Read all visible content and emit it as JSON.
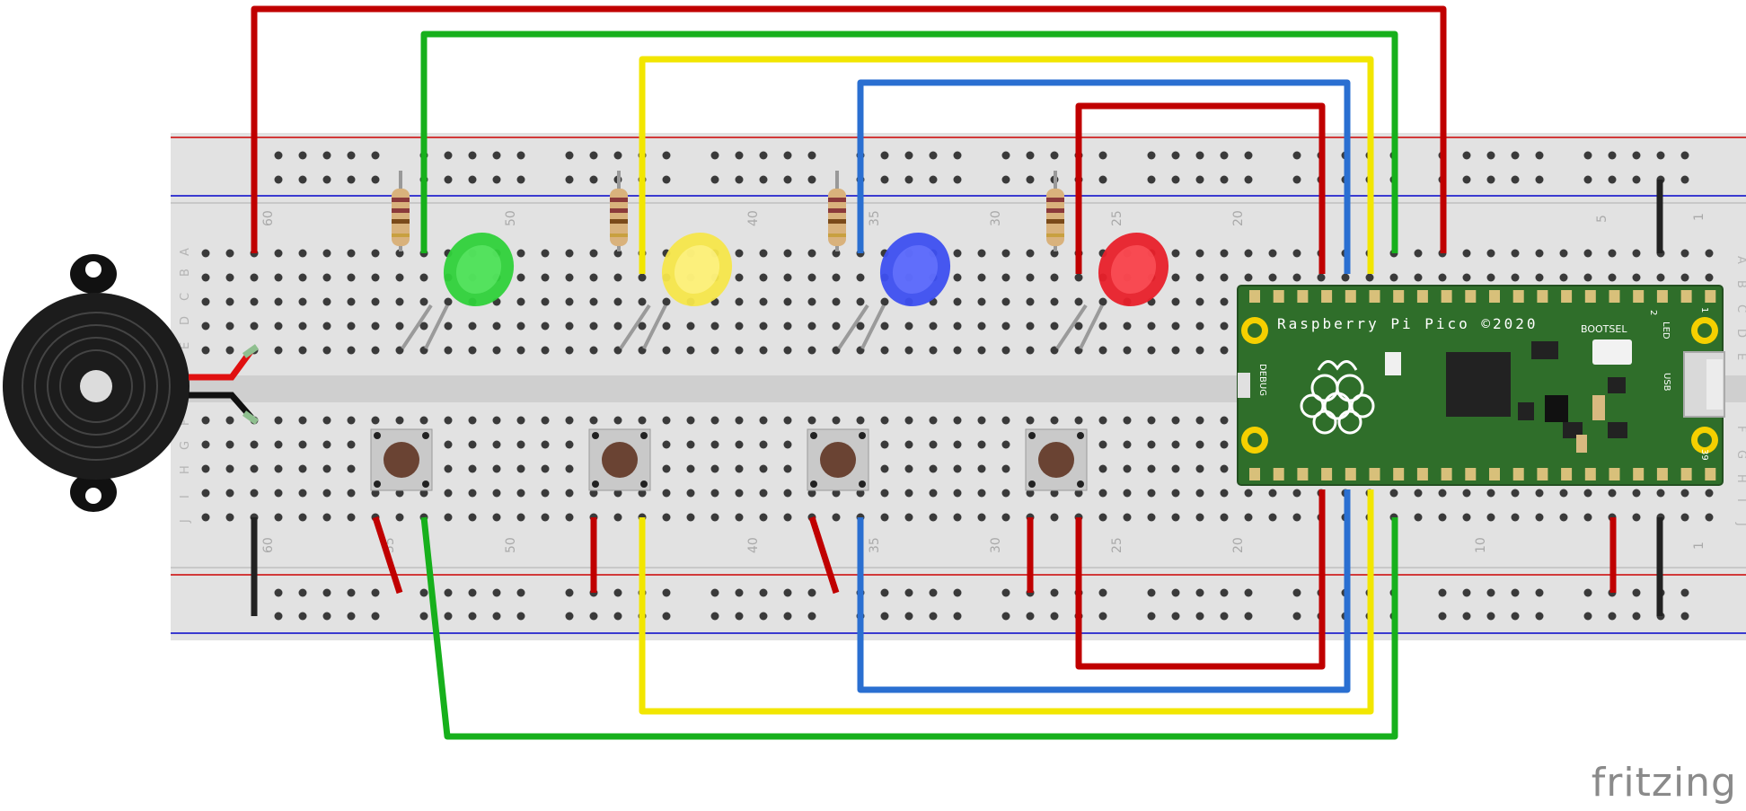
{
  "board": {
    "name": "Raspberry Pi Pico ©2020",
    "bootsel": "BOOTSEL",
    "led": "LED",
    "usb": "USB",
    "debug": "DEBUG",
    "pin_top_left": "2",
    "pin_top_right": "1",
    "pin_bottom": "39"
  },
  "breadboard": {
    "column_numbers": [
      "60",
      "55",
      "50",
      "40",
      "35",
      "30",
      "25",
      "20",
      "10",
      "5",
      "1"
    ],
    "row_letters_top": [
      "A",
      "B",
      "C",
      "D",
      "E"
    ],
    "row_letters_bottom": [
      "F",
      "G",
      "H",
      "I",
      "J"
    ]
  },
  "components": {
    "leds": [
      "green",
      "yellow",
      "blue",
      "red"
    ],
    "buttons": 4,
    "resistors": 4,
    "buzzer": 1
  },
  "colors": {
    "red_wire": "#c00000",
    "green_wire": "#17b01c",
    "yellow_wire": "#f2e600",
    "blue_wire": "#2a6fd1",
    "black_wire": "#222222",
    "pcb": "#2f6e2a",
    "breadboard": "#e3e3e3"
  },
  "watermark": "fritzing"
}
